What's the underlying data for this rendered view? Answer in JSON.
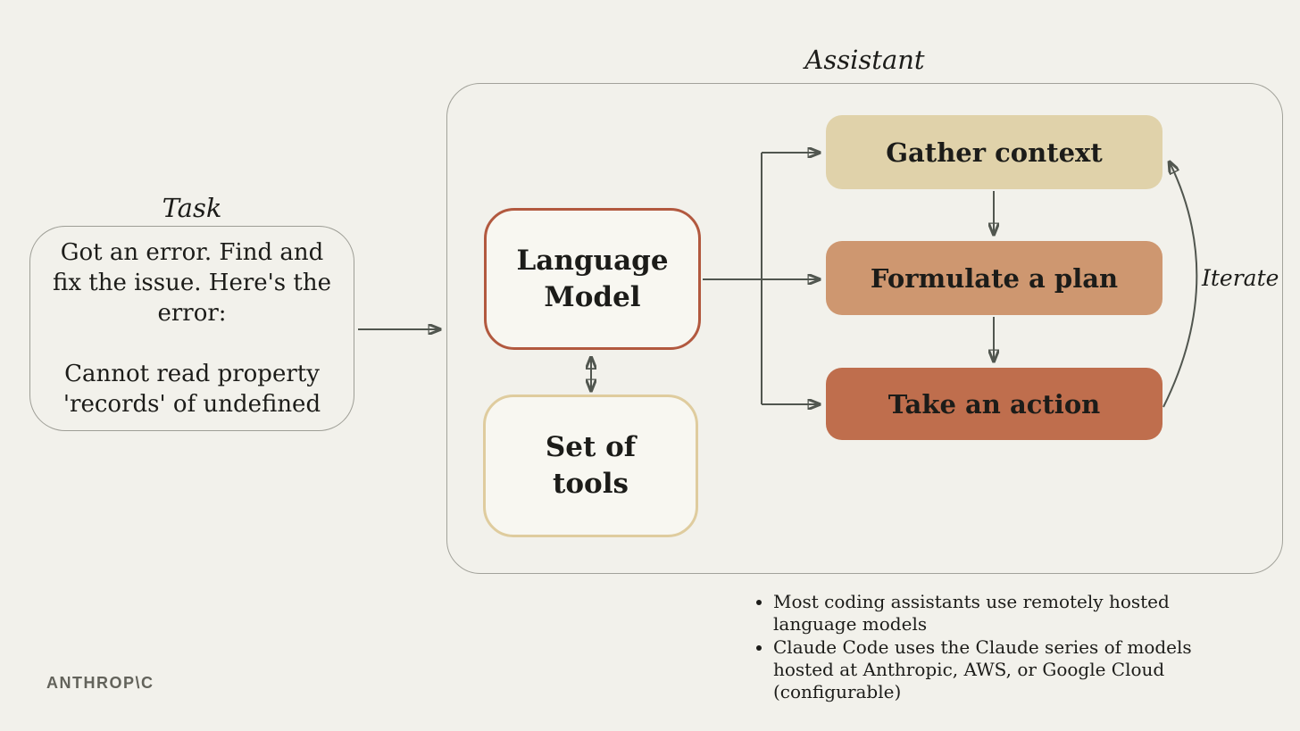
{
  "page": {
    "logo": "ANTHROP\\C",
    "background_color": "#F2F1EB",
    "arrow_color": "#51564F",
    "text_color": "#1C1C19"
  },
  "task": {
    "title": "Task",
    "paragraph1": "Got an error. Find and fix the issue. Here's the error:",
    "paragraph2": "Cannot read property 'records' of undefined",
    "border_color": "#9E9E96"
  },
  "assistant": {
    "title": "Assistant",
    "border_color": "#A2A29A",
    "language_model": {
      "label": "Language Model",
      "border_color": "#B2593F",
      "fill_color": "#F8F7F1"
    },
    "set_of_tools": {
      "label": "Set of tools",
      "border_color": "#DFCC9E",
      "fill_color": "#F8F7F1"
    },
    "steps": [
      {
        "label": "Gather context",
        "fill_color": "#E0D2AA"
      },
      {
        "label": "Formulate a plan",
        "fill_color": "#CE9770"
      },
      {
        "label": "Take an action",
        "fill_color": "#BF6E4D"
      }
    ],
    "iterate_label": "Iterate"
  },
  "notes": {
    "items": [
      "Most coding assistants use remotely hosted language models",
      "Claude Code uses the Claude series of models hosted at Anthropic, AWS, or Google Cloud (configurable)"
    ]
  }
}
